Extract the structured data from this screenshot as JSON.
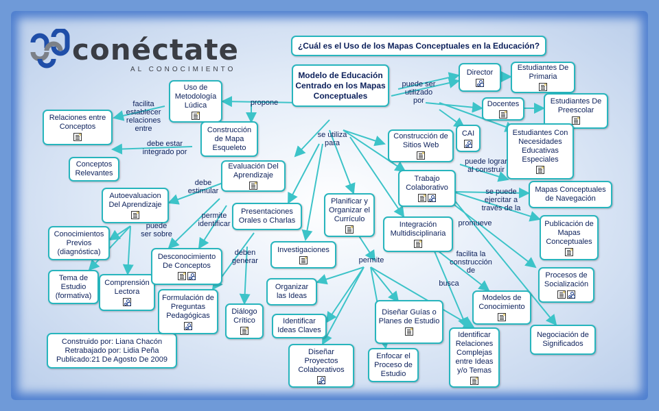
{
  "logo": {
    "name": "conéctate",
    "tagline": "AL CONOCIMIENTO",
    "icon": "linked-chain-logo"
  },
  "question": "¿Cuál es el Uso de los Mapas Conceptuales en la Educación?",
  "credits": {
    "line1": "Construido por: Liana Chacón",
    "line2": "Retrabajado por: Lidia Peña",
    "line3": "Publicado:21 De Agosto De 2009"
  },
  "colors": {
    "border": "#27b5bd",
    "link": "#3cc3c8",
    "text": "#0b1f5a",
    "frame": "#6f9ad8"
  },
  "nodes": {
    "central": "Modelo de Educación Centrado en los Mapas Conceptuales",
    "ludica": "Uso de Metodología Lúdica",
    "relaciones": "Relaciones entre Conceptos",
    "esqueleto": "Construcción de Mapa Esqueleto",
    "relevantes": "Conceptos Relevantes",
    "evaluacion": "Evaluación Del Aprendizaje",
    "autoeval": "Autoevaluacion Del Aprendizaje",
    "previos": "Conocimientos Previos (diagnóstica)",
    "tema": "Tema de Estudio (formativa)",
    "comprension": "Comprensión Lectora",
    "desconocimiento": "Desconocimiento De Conceptos",
    "presentaciones": "Presentaciones Orales o Charlas",
    "formulacion": "Formulación de Preguntas Pedagógicas",
    "dialogo": "Diálogo Crítico",
    "investigaciones": "Investigaciones",
    "planificar": "Planificar y Organizar el Currículo",
    "organizar": "Organizar las Ideas",
    "identificar_claves": "Identificar Ideas Claves",
    "disenar_proyectos": "Diseñar Proyectos Colaborativos",
    "disenar_guias": "Diseñar Guías o Planes de Estudio",
    "enfocar": "Enfocar el Proceso de Estudio",
    "integracion": "Integración Multidisciplinaria",
    "identificar_rel": "Identificar Relaciones Complejas entre Ideas y/o Temas",
    "modelos": "Modelos de Conocimiento",
    "negociacion": "Negociación de Significados",
    "procesos": "Procesos de Socialización",
    "publicacion": "Publicación de Mapas Conceptuales",
    "navegacion": "Mapas Conceptuales de Navegación",
    "trabajo": "Trabajo Colaborativo",
    "sitios": "Construcción de Sitios Web",
    "cai": "CAI",
    "director": "Director",
    "primaria": "Estudiantes De Primaria",
    "docentes": "Docentes",
    "preescolar": "Estudiantes De Preescolar",
    "necesidades": "Estudiantes Con Necesidades Educativas Especiales"
  },
  "labels": {
    "propone": "propone",
    "facilita": "facilita\nestablecer\nrelaciones\nentre",
    "debe_integrado": "debe estar\nintegrado por",
    "se_utiliza": "se utiliza\npara",
    "puede_ser": "puede ser\nutilizado\npor",
    "debe_estimular": "debe\nestimular",
    "permite_identificar": "permite\nidentificar",
    "puede_sobre": "puede\nser sobre",
    "deben_generar": "deben\ngenerar",
    "permite": "permite",
    "facilita_construccion": "facilita la\nconstrucción\nde",
    "busca": "busca",
    "promueve": "promueve",
    "se_puede": "se puede\nejercitar a\ntravés de la",
    "pueden_lograr": "puede lograr\nal construir"
  }
}
